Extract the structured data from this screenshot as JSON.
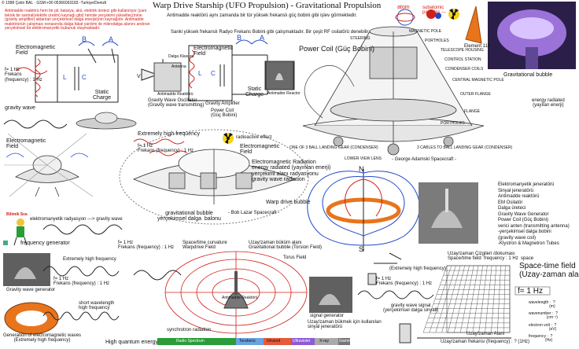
{
  "header": {
    "copyright": "© 1998 Çetin BAL · GSM:+90  05366063183 -Turkiye/Denizli",
    "title": "Warp Drive  Starship  (UFO Propulsion)  -  Gravitational Propulsion",
    "subtitle_tr": "Antimadde reaktörü aynı zamanda bir tür yüksek frekanslı güç bobini gibi  işlev görmektedir.",
    "subtitle_tr2": "Sanki yüksek frekanslı Radyo Frekans Bobini  gibi  çalışmaktadır. Bir çeşit RF osilatörü denebilir.",
    "intro_text": "Antimadde reaktörü hem bir pil, batarya, akü, elektrik üreteci gibi kullanılıyor (yani teknik bir santral(elektrik üretim) kaynağı gibi) hemde yerçekimi yükselteç(mine (gravity amplifier) aktarılan yerçekimsel dalga enerjisi)nin kaynağıdır. Antimadde reaktörünün çalışması esnasında dalga fakat yardımı ile mikrodalga alanını andıran yerçekimsel bir elektromanyetik bubunuk oluşmaktadır."
  },
  "top_right": {
    "atom_label": "atom",
    "subatomic_label": "subatomic particles ---",
    "element_label": "Element 115",
    "bubble_label": "Gravitational bubble",
    "energy_radiated": "energy radiated\n(yayılan enerji)"
  },
  "circuit": {
    "em_field": "Electromagnetic\nField",
    "freq": "f= 1 Hz\nFrekans\n(frequency) : 1 Hz",
    "gravity_wave": "gravity wave",
    "node_b": "B",
    "node_a": "A",
    "node_b2": "B",
    "node_a2": "A",
    "cap_l": "L",
    "cap_c": "C",
    "static_charge": "Static\nCharge",
    "static_charge2": "Static\nCharge",
    "dalga_klavuzu": "Dalga Klavuzu",
    "antenna": "Antenna",
    "em_field2": "Electromagnetic\nField",
    "antimadde": "Antimadde Reaktörü",
    "gw_osc": "Gravity Wave Oscillator\n(Gravity wave transmitting)",
    "gamp": "Gravity Amplifier",
    "power_coil_cap": "Power Coil\n(Güç Bobini)",
    "antimatter_reactor": "Antimatter Reactor",
    "v_label": "V"
  },
  "spacecraft": {
    "power_coil": "Power Coil  (Güç Bobini)",
    "adamski": "- George Adamski Spacecraft -",
    "labels": [
      "MAGNETIC POLE",
      "PORTHOLES",
      "TELESCOPE HOUSING",
      "CONTROL STATION",
      "CONDENSER COILS",
      "OUTER FLANGE",
      "CENTRAL MAGNETIC POLE",
      "FLANGE",
      "PORTHOLES",
      "STEERING",
      "ONE OF 3 BALL LANDING GEAR (CONDENSER)",
      "LOWER VIEW LENS",
      "3 CABLES TO BALL LANDING GEAR (CONDENSER)"
    ]
  },
  "middle": {
    "em_field": "Electromagnetic\nField",
    "extremely_high": "Extremely high frequency",
    "freq1": "f= 1 Hz\nFrekans (frequency) : 1 Hz",
    "radioactive": "radioactive effect",
    "em_field_mid": "Electromagnetic\nField",
    "em_radiation": "Electromagnetic Radiation\nenergy radiated (yayınlan enerji)\nyerçekimi alanı radyasyonu\ngravity wave radiation",
    "warp_bubble": "Warp drive bubble",
    "grav_bubble": "gravitational bubble\nyerçekimsel dalga  balonu",
    "lazar": "- Bob Lazar Spacecraft -",
    "em_wave_radiation": "elektromanyetik radyasyon  ---> gravity wave",
    "bilim_sea": "Bilimik Sea",
    "freq_gen": "frequency generator"
  },
  "right_list": {
    "items": [
      "Elektromanyetik jeneratörü",
      "Sinyal jeneratörü",
      "Antimadde reaktörü",
      "EM Osilatör",
      "Dalga üreteci",
      "Gravity Wave Generator",
      "Power Coil (Güç Bobini)",
      "verici anten (transmitting antenna)",
      "-yerçekimsel dalga bobini",
      "(gravity wave coil)",
      "-Klystron & Magnetron Tubes"
    ]
  },
  "magnet": {
    "n": "N",
    "s": "S"
  },
  "bottom": {
    "gw_gen": "Gravity wave generator",
    "gen_em": "Generation of electromagnetic waves\n(Extremely high frequency)",
    "ehf": "Extremely high frequency",
    "freq_a": "f= 1 Hz\nFrekans (frequency) : 1 Hz",
    "short_wl": "short wavelength\nhigh frequency",
    "high_q": "High quantum energy",
    "freq_b": "f= 1 Hz\nFrekans (frequency) : 1 Hz",
    "spacetime_curv": "Space/time curvature\nWarpdrive Field",
    "uzay_bukum": "Uzay/zaman büküm alanı\nGravitational bubble (Torsion Field)",
    "torus": "Torus Field",
    "antimadde_r": "Antimadde Reaktörü",
    "sync": "synchrotron radiation",
    "spectrum": [
      "Radio Spectrum",
      "Terahertz",
      "Infrared",
      "Ultraviolet",
      "X-ray",
      "Gamma"
    ],
    "sig_gen": "signal generator",
    "uzay_signal": "Uzay/zaman bükmek için kullanılan\nsinyal jeneratörü",
    "ehf2": "(Extremely high frequency)",
    "freq_c": "f= 1 Hz\nFrekans (frequency) : 1 Hz",
    "gw_signal": "gravity wave signal\n(yerçekimsel dalga sinyali)",
    "grid_title": "Uzay/zaman Çizgileri /dokuması\nSpace/time field  frequency : 1 Hz  space",
    "stf": "Space-time field\n(Uzay-zaman alanı)",
    "f1hz": "f= 1 Hz",
    "wavelength": "wavelength :  ?\n(m)",
    "wavenumber": "wavenumber :  ?\n(cm⁻¹)",
    "electron_volt": "electron volt :  ?\n(eV)",
    "frequency": "frequency :  ?\n(Hz)",
    "uzay_alani": "Uzay/zaman Alanı",
    "uzay_freq": "Uzay/zaman frekansı (frequency) :  ? (1Hz)"
  },
  "colors": {
    "red": "#d0201a",
    "blue": "#2247c9",
    "orange": "#e8741c",
    "green": "#2a9d3a",
    "purple": "#6a3ea1"
  }
}
